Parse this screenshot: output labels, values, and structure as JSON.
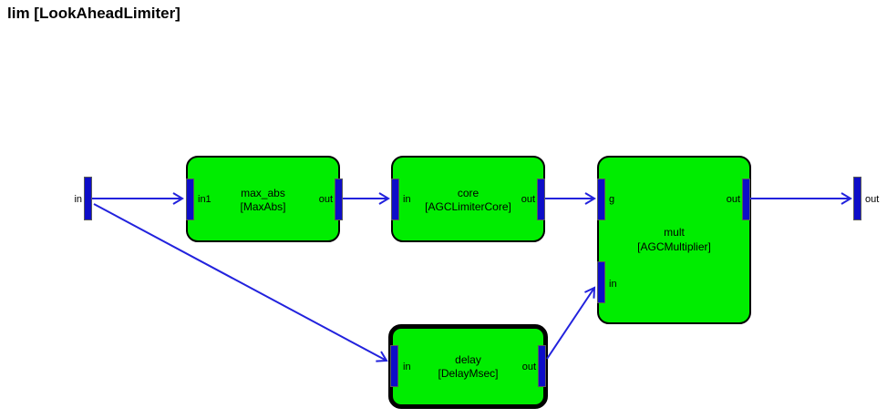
{
  "title": "lim [LookAheadLimiter]",
  "io": {
    "input_label": "in",
    "output_label": "out"
  },
  "blocks": [
    {
      "name": "max_abs",
      "type": "[MaxAbs]",
      "ports": {
        "left": "in1",
        "right": "out"
      },
      "selected": false
    },
    {
      "name": "core",
      "type": "[AGCLimiterCore]",
      "ports": {
        "left": "in",
        "right": "out"
      },
      "selected": false
    },
    {
      "name": "mult",
      "type": "[AGCMultiplier]",
      "ports": {
        "left_top": "g",
        "left_bottom": "in",
        "right": "out"
      },
      "selected": false
    },
    {
      "name": "delay",
      "type": "[DelayMsec]",
      "ports": {
        "left": "in",
        "right": "out"
      },
      "selected": true
    }
  ],
  "connections": [
    {
      "from": "in",
      "to": "max_abs.in1"
    },
    {
      "from": "in",
      "to": "delay.in"
    },
    {
      "from": "max_abs.out",
      "to": "core.in"
    },
    {
      "from": "core.out",
      "to": "mult.g"
    },
    {
      "from": "delay.out",
      "to": "mult.in"
    },
    {
      "from": "mult.out",
      "to": "out"
    }
  ],
  "colors": {
    "block_fill": "#00ed00",
    "port_bar": "#0d0dc8",
    "wire": "#2222dd"
  }
}
